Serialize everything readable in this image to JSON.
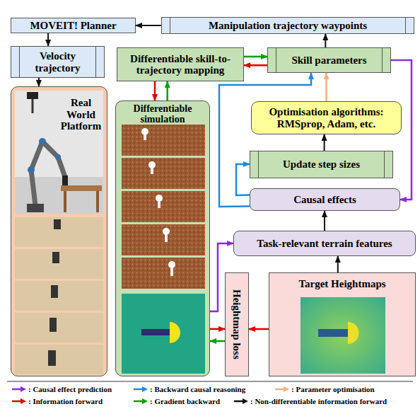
{
  "diagram": {
    "nodes": [
      {
        "text": [
          "MOVEIT! Planner"
        ]
      },
      {
        "text": [
          "Manipulation trajectory waypoints"
        ]
      },
      {
        "text": [
          "Velocity trajectory"
        ]
      },
      {
        "text": [
          "Real World Platform"
        ]
      },
      {
        "text": [
          "Differentiable skill-to-trajectory mapping"
        ]
      },
      {
        "text": [
          "Skill parameters"
        ]
      },
      {
        "text": [
          "Differentiable simulation"
        ]
      },
      {
        "text": [
          "Optimisation algorithms: RMSprop, Adam, etc."
        ]
      },
      {
        "text": [
          "Update step sizes"
        ]
      },
      {
        "text": [
          "Causal effects"
        ]
      },
      {
        "text": [
          "Task-relevant terrain features"
        ]
      },
      {
        "text": [
          "Heightmap loss"
        ]
      },
      {
        "text": [
          "Target Heightmaps"
        ]
      }
    ],
    "edges": [
      {
        "from": 1,
        "to": 0,
        "arrow": "to"
      },
      {
        "from": 0,
        "to": 2,
        "arrow": "to"
      },
      {
        "from": 2,
        "to": 3,
        "arrow": "to"
      },
      {
        "from": 5,
        "to": 1,
        "arrow": "to"
      },
      {
        "from": 5,
        "to": 4,
        "arrow": "to"
      },
      {
        "from": 4,
        "to": 5,
        "arrow": "to"
      },
      {
        "from": 4,
        "to": 6,
        "arrow": "to"
      },
      {
        "from": 6,
        "to": 4,
        "arrow": "to"
      },
      {
        "from": 6,
        "to": 11,
        "arrow": "to"
      },
      {
        "from": 11,
        "to": 6,
        "arrow": "to"
      },
      {
        "from": 12,
        "to": 11,
        "arrow": "to"
      },
      {
        "from": 12,
        "to": 10,
        "arrow": "to"
      },
      {
        "from": 10,
        "to": 9,
        "arrow": "to"
      },
      {
        "from": 6,
        "to": 10,
        "arrow": "to"
      },
      {
        "from": 5,
        "to": 9,
        "arrow": "to"
      },
      {
        "from": 9,
        "to": 8,
        "arrow": "to"
      },
      {
        "from": 9,
        "to": 5,
        "arrow": "to"
      },
      {
        "from": 8,
        "to": 7,
        "arrow": "to"
      },
      {
        "from": 7,
        "to": 5,
        "arrow": "to"
      }
    ],
    "legend": [
      {
        "text": ": Causal effect prediction"
      },
      {
        "text": ": Backward causal reasoning"
      },
      {
        "text": ": Parameter optimisation"
      },
      {
        "text": ": Information forward"
      },
      {
        "text": ": Gradient backward"
      },
      {
        "text": ": Non-differentiable information forward"
      }
    ]
  }
}
